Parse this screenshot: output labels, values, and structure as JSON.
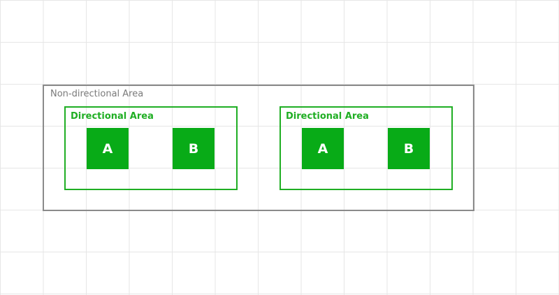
{
  "outer_area": {
    "label": "Non-directional Area"
  },
  "directional_areas": [
    {
      "label": "Directional Area",
      "nodes": [
        "A",
        "B"
      ]
    },
    {
      "label": "Directional Area",
      "nodes": [
        "A",
        "B"
      ]
    }
  ],
  "colors": {
    "outer_border": "#8a8a8a",
    "outer_text": "#7a7a7a",
    "directional_border": "#1fae23",
    "node_fill": "#08ab17",
    "node_text": "#ffffff",
    "grid_line": "#e6e6e6"
  }
}
